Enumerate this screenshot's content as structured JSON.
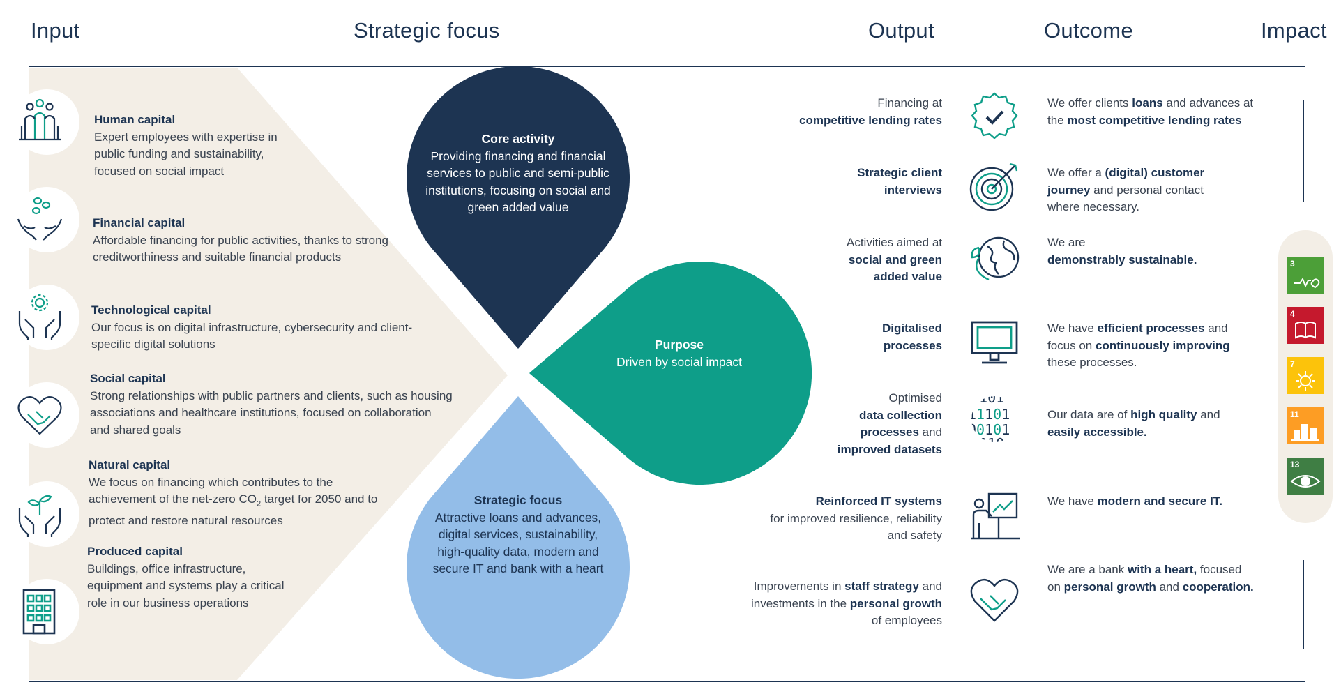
{
  "headers": {
    "input": "Input",
    "strategic_focus": "Strategic focus",
    "output": "Output",
    "outcome": "Outcome",
    "impact": "Impact"
  },
  "inputs": [
    {
      "title": "Human capital",
      "text": "Expert employees with expertise in public funding and sustainability, focused on social impact",
      "icon": "people-icon"
    },
    {
      "title": "Financial capital",
      "text": "Affordable financing for public activities, thanks to strong creditworthiness and suitable financial products",
      "icon": "hands-coins-icon"
    },
    {
      "title": "Technological capital",
      "text": "Our focus is on digital infrastructure, cybersecurity and client-specific digital solutions",
      "icon": "hands-gear-icon"
    },
    {
      "title": "Social capital",
      "text": "Strong relationships with public partners and clients, such as housing associations and healthcare institutions, focused on collaboration and shared goals",
      "icon": "heart-handshake-icon"
    },
    {
      "title": "Natural capital",
      "text_before": "We focus on financing which contributes to the achievement of the net-zero CO",
      "text_sub": "2",
      "text_after": " target for 2050 and to protect and restore natural resources",
      "icon": "hands-plant-icon"
    },
    {
      "title": "Produced capital",
      "text": "Buildings, office infrastructure, equipment and systems play a critical role in our business operations",
      "icon": "building-icon"
    }
  ],
  "petals": {
    "core": {
      "title": "Core activity",
      "text": "Providing financing and financial services to public and semi-public institutions, focusing on social and green added value"
    },
    "purpose": {
      "title": "Purpose",
      "text": "Driven by social impact"
    },
    "strategic": {
      "title": "Strategic focus",
      "text": "Attractive loans and advances, digital services, sustainability, high-quality data, modern and secure IT and bank with a heart"
    }
  },
  "outputs": [
    {
      "a": "Financing at",
      "b": "competitive lending rates",
      "icon": "badge-check-icon"
    },
    {
      "b1": "Strategic client",
      "b2": "interviews",
      "icon": "target-icon"
    },
    {
      "a": "Activities aimed at",
      "b1": "social and green",
      "b2": "added value",
      "icon": "globe-leaf-icon"
    },
    {
      "b1": "Digitalised",
      "b2": "processes",
      "icon": "monitor-icon"
    },
    {
      "a": "Optimised",
      "b1": "data collection",
      "b2": "processes",
      "c": " and",
      "b3": "improved datasets",
      "icon": "binary-data-icon"
    },
    {
      "b": "Reinforced IT systems",
      "a1": "for improved resilience, reliability",
      "a2": "and safety",
      "icon": "presentation-chart-icon"
    },
    {
      "a1": "Improvements in ",
      "b1": "staff strategy",
      "a2": " and",
      "a3": "investments in the ",
      "b2": "personal growth",
      "a4": "of employees",
      "icon": "heart-handshake-icon"
    }
  ],
  "outcomes": [
    {
      "p1": "We offer clients ",
      "b1": "loans",
      "p2": " and advances at the ",
      "b2": "most competitive lending rates"
    },
    {
      "p1": "We offer a ",
      "b1": "(digital) customer journey",
      "p2": " and personal contact where necessary."
    },
    {
      "p1": "We are ",
      "b1": "demonstrably sustainable."
    },
    {
      "p1": "We have ",
      "b1": "efficient processes",
      "p2": " and focus on ",
      "b2": "continuously improving",
      "p3": " these processes."
    },
    {
      "p1": "Our data are of ",
      "b1": "high quality",
      "p2": " and ",
      "b2": "easily accessible."
    },
    {
      "p1": "We have ",
      "b1": "modern and secure IT."
    },
    {
      "p1": "We are a bank ",
      "b1": "with a heart,",
      "p2": " focused on ",
      "b2": "personal growth",
      "p3": " and ",
      "b3": "cooperation."
    }
  ],
  "sdgs": [
    {
      "number": "3",
      "color": "#4c9f38",
      "icon": "heartbeat-icon"
    },
    {
      "number": "4",
      "color": "#c5192d",
      "icon": "book-icon"
    },
    {
      "number": "7",
      "color": "#fcc30b",
      "icon": "sun-icon"
    },
    {
      "number": "11",
      "color": "#fd9d24",
      "icon": "city-icon"
    },
    {
      "number": "13",
      "color": "#3f7e44",
      "icon": "eye-globe-icon"
    }
  ],
  "colors": {
    "navy": "#1d3452",
    "teal": "#0e9e89",
    "light_blue": "#93bde8",
    "beige": "#f3eee6"
  }
}
